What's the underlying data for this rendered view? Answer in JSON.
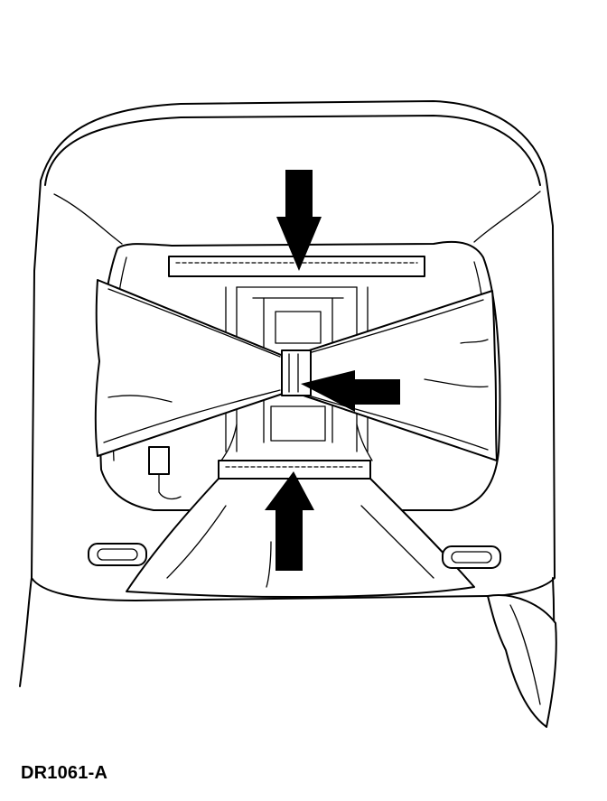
{
  "figure": {
    "id_label": "DR1061-A",
    "colors": {
      "line": "#000000",
      "background": "#ffffff"
    },
    "arrows": [
      "down-arrow",
      "left-arrow",
      "up-arrow"
    ]
  }
}
